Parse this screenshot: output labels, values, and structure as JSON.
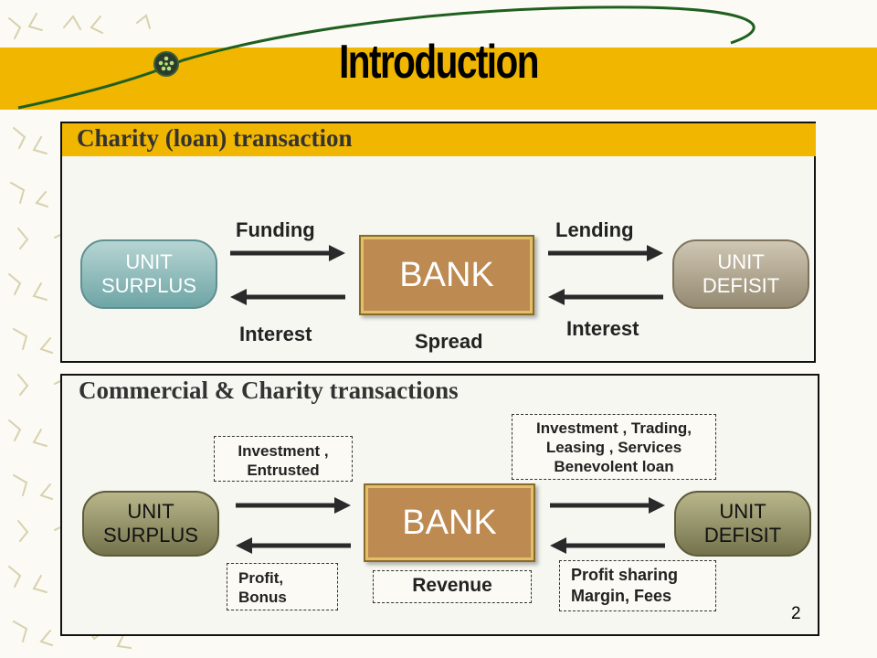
{
  "slide": {
    "title": "Introduction",
    "page_number": "2",
    "colors": {
      "band": "#f1b600",
      "bank": "#bd8a52",
      "surplus_top": "#7fb3b3",
      "defisit_top": "#a59a84",
      "olive": "#6f6d47"
    }
  },
  "panel1": {
    "heading": "Charity (loan) transaction",
    "surplus": {
      "line1": "UNIT",
      "line2": "SURPLUS"
    },
    "bank": "BANK",
    "defisit": {
      "line1": "UNIT",
      "line2": "DEFISIT"
    },
    "funding": "Funding",
    "lending": "Lending",
    "interest_left": "Interest",
    "interest_right": "Interest",
    "spread": "Spread"
  },
  "panel2": {
    "heading": "Commercial & Charity transactions",
    "surplus": {
      "line1": "UNIT",
      "line2": "SURPLUS"
    },
    "bank": "BANK",
    "defisit": {
      "line1": "UNIT",
      "line2": "DEFISIT"
    },
    "box_invest": {
      "line1": "Investment ,",
      "line2": "Entrusted"
    },
    "box_trading": {
      "line1": "Investment , Trading,",
      "line2": "Leasing , Services",
      "line3": "Benevolent loan"
    },
    "box_profit": {
      "line1": "Profit,",
      "line2": "Bonus"
    },
    "box_revenue": "Revenue",
    "box_sharing": {
      "line1": "Profit sharing",
      "line2": "Margin, Fees"
    }
  }
}
